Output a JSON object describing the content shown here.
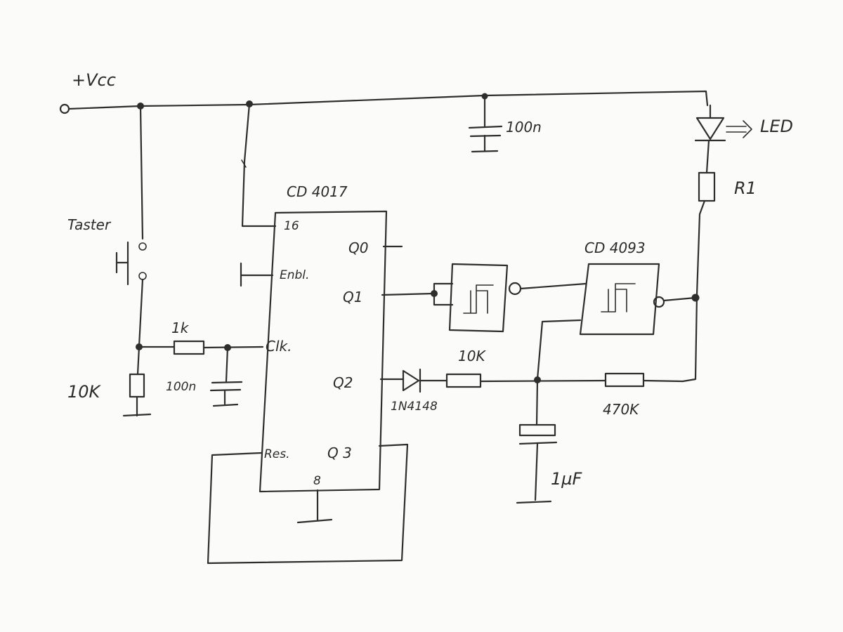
{
  "labels": {
    "vcc": "+Vcc",
    "cap_supply": "100n",
    "led": "LED",
    "r1": "R1",
    "ic1": "CD 4017",
    "pin16": "16",
    "enbl": "Enbl.",
    "q0": "Q0",
    "q1": "Q1",
    "clk": "Clk.",
    "q2": "Q2",
    "res": "Res.",
    "q3": "Q 3",
    "pin8": "8",
    "ic2": "CD 4093",
    "taster": "Taster",
    "r_clk": "1k",
    "r_pulldown": "10K",
    "cap_clk": "100n",
    "r_diode": "10K",
    "diode": "1N4148",
    "r_feedback": "470K",
    "cap_timer": "1µF"
  }
}
